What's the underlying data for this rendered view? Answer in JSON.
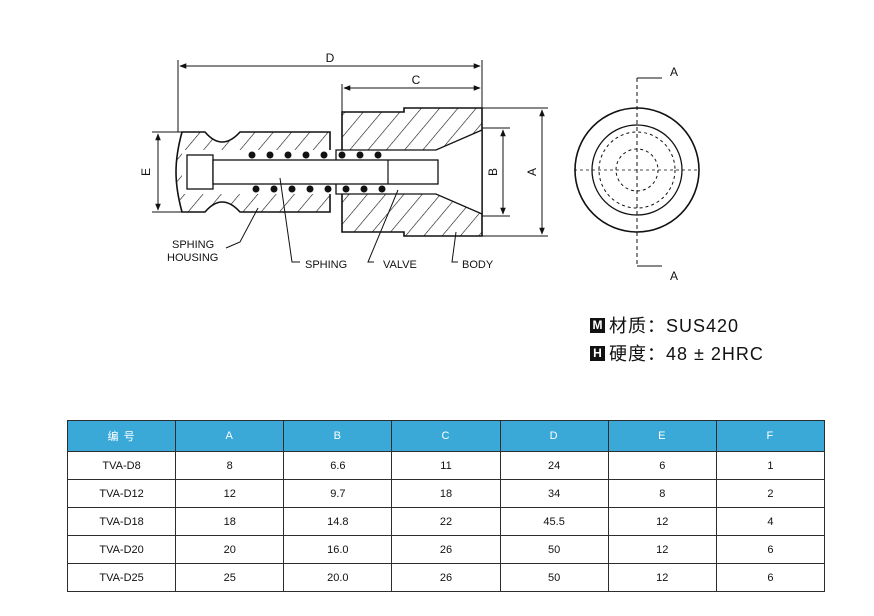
{
  "drawing": {
    "dimension_labels": {
      "D": "D",
      "C": "C",
      "E": "E",
      "B": "B",
      "A": "A"
    },
    "section_labels": {
      "top": "A",
      "bottom": "A"
    },
    "callouts": {
      "spring_housing_line1": "SPHING",
      "spring_housing_line2": "HOUSING",
      "spring": "SPHING",
      "valve": "VALVE",
      "body": "BODY"
    }
  },
  "specs": {
    "material_badge": "M",
    "material_text": "材质：SUS420",
    "hardness_badge": "H",
    "hardness_text": "硬度：48 ± 2HRC"
  },
  "table": {
    "headers": [
      "编 号",
      "A",
      "B",
      "C",
      "D",
      "E",
      "F"
    ],
    "rows": [
      [
        "TVA-D8",
        "8",
        "6.6",
        "11",
        "24",
        "6",
        "1"
      ],
      [
        "TVA-D12",
        "12",
        "9.7",
        "18",
        "34",
        "8",
        "2"
      ],
      [
        "TVA-D18",
        "18",
        "14.8",
        "22",
        "45.5",
        "12",
        "4"
      ],
      [
        "TVA-D20",
        "20",
        "16.0",
        "26",
        "50",
        "12",
        "6"
      ],
      [
        "TVA-D25",
        "25",
        "20.0",
        "26",
        "50",
        "12",
        "6"
      ]
    ]
  }
}
